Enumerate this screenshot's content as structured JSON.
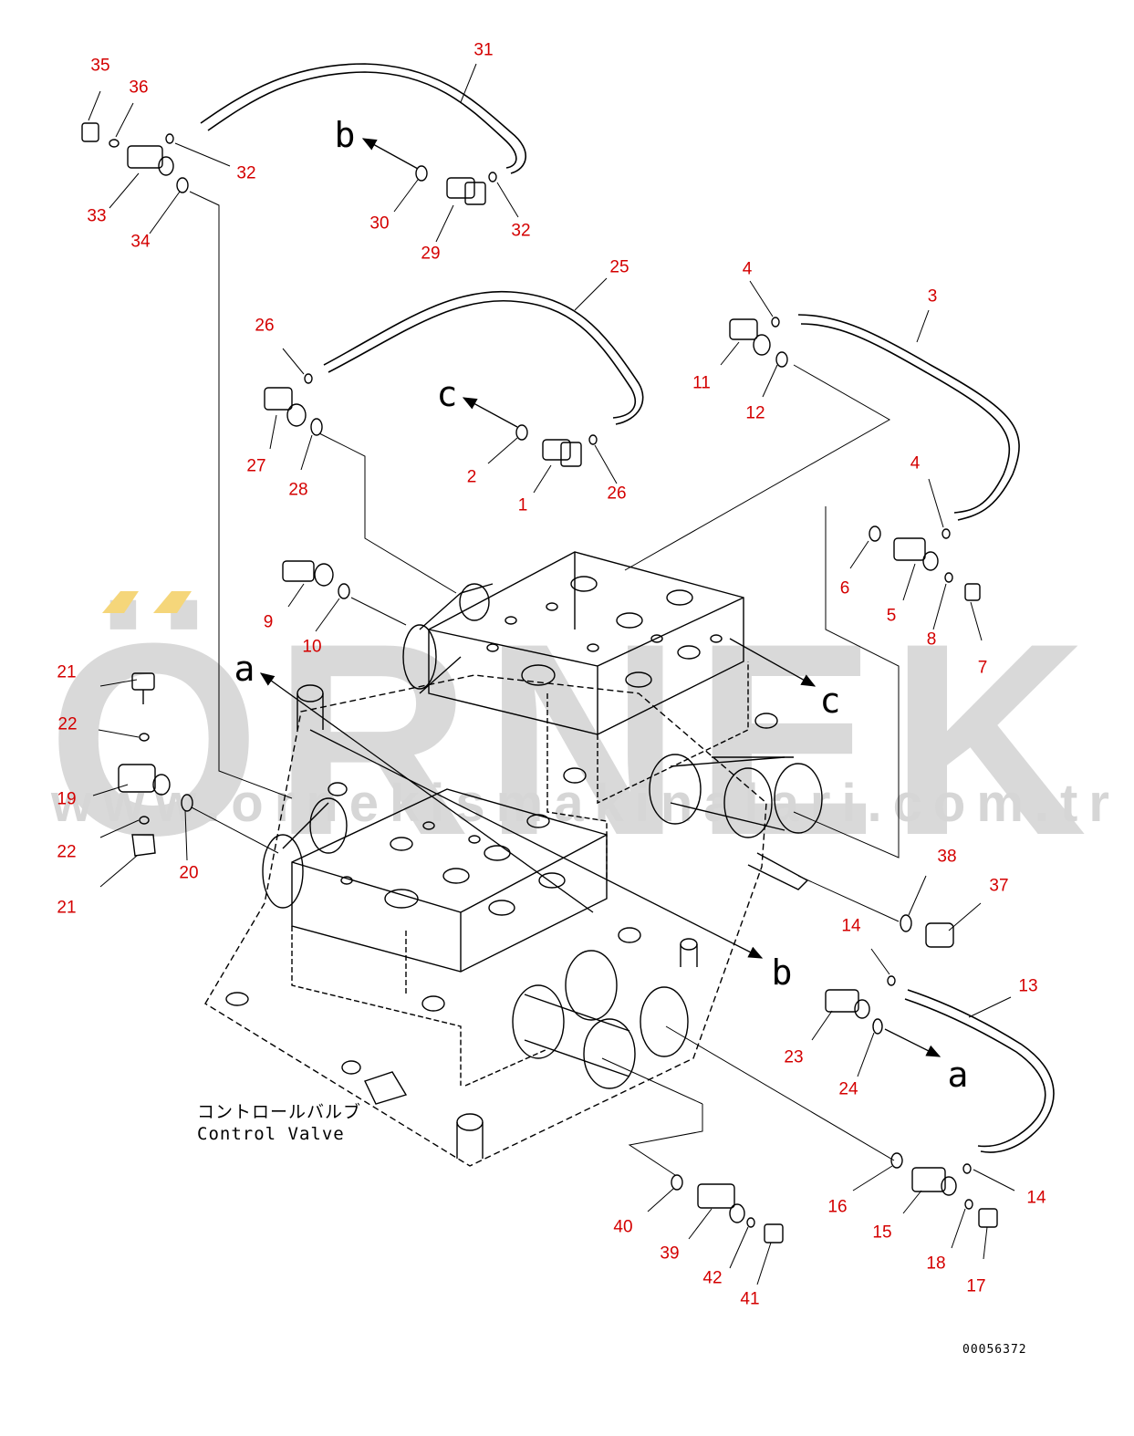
{
  "watermark": {
    "brand": "ÖRNEK",
    "url": "www.ornekismakinalari.com.tr"
  },
  "caption": {
    "jp": "コントロールバルブ",
    "en": "Control Valve"
  },
  "drawing_number": "00056372",
  "refs": [
    "a",
    "a",
    "b",
    "b",
    "c",
    "c"
  ],
  "callouts": [
    "35",
    "36",
    "31",
    "32",
    "33",
    "34",
    "32",
    "30",
    "29",
    "25",
    "26",
    "4",
    "3",
    "11",
    "12",
    "27",
    "28",
    "2",
    "1",
    "26",
    "4",
    "6",
    "5",
    "8",
    "7",
    "9",
    "10",
    "21",
    "22",
    "19",
    "22",
    "21",
    "20",
    "38",
    "37",
    "14",
    "13",
    "23",
    "24",
    "16",
    "40",
    "39",
    "42",
    "41",
    "15",
    "18",
    "17",
    "14"
  ],
  "colors": {
    "callout": "#d40000",
    "lines": "#000000",
    "watermark": "#d9d9d9",
    "watermark_accent": "#f5d67a"
  }
}
